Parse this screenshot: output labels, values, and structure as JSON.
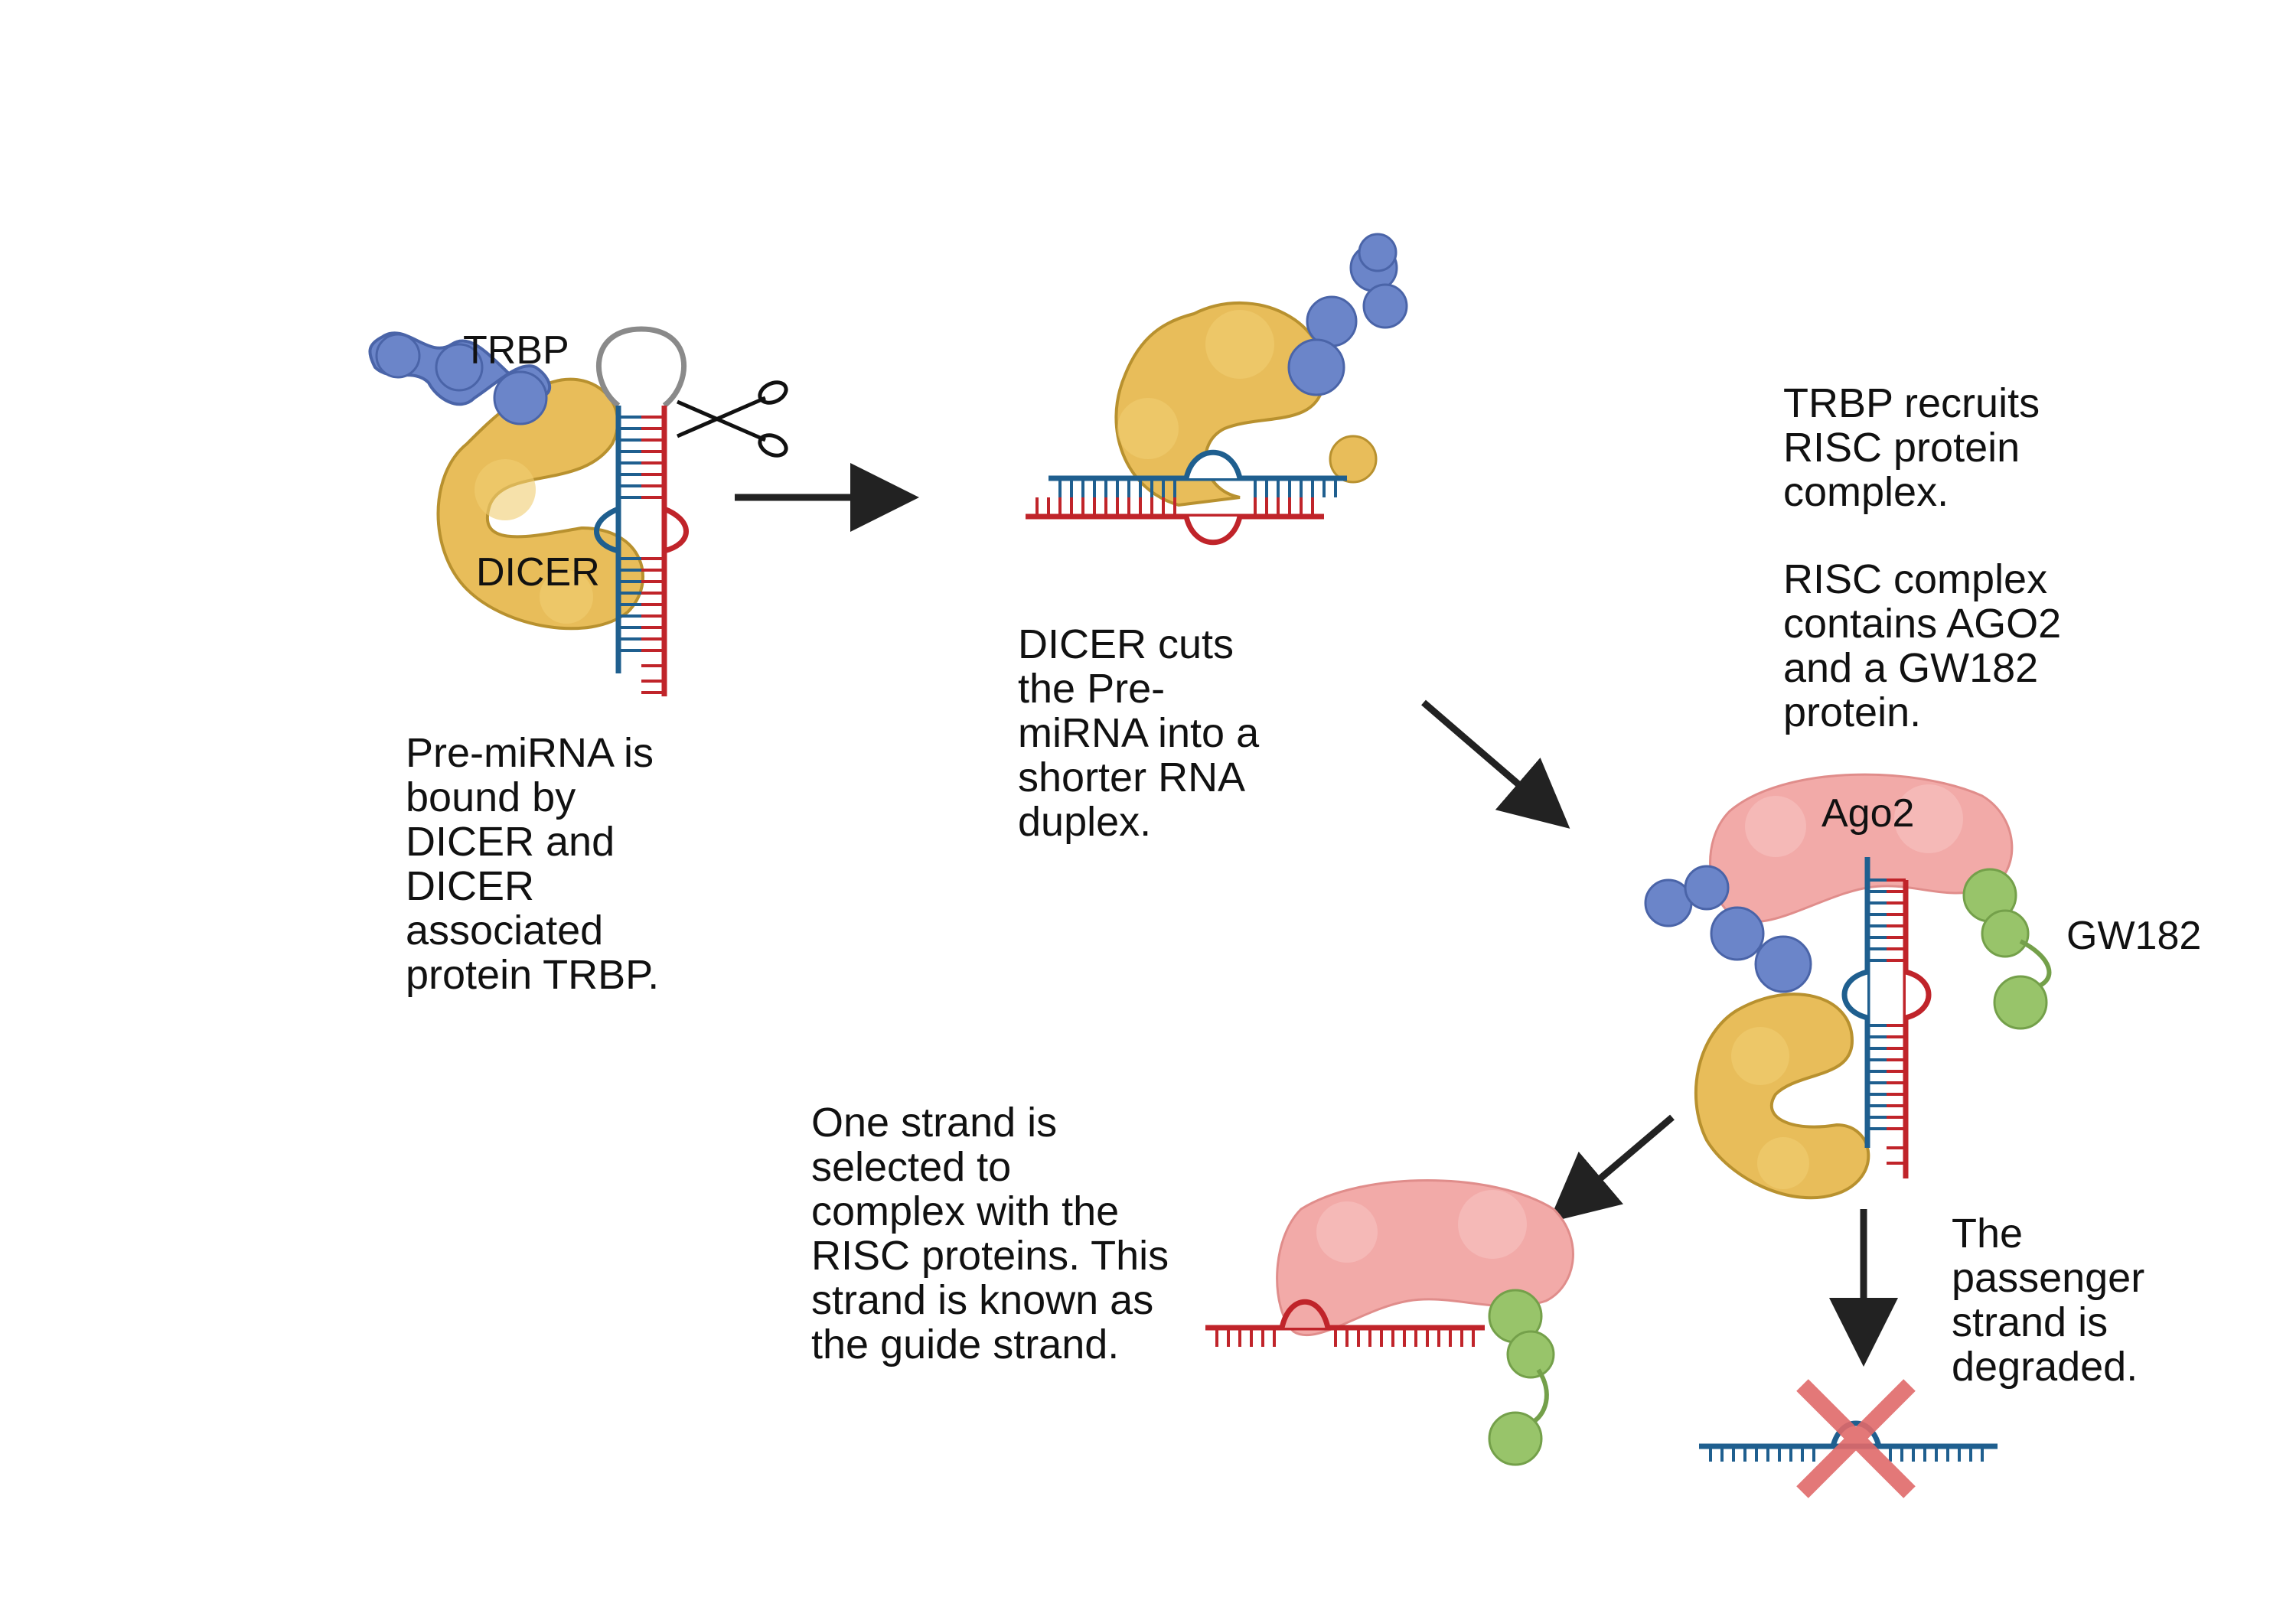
{
  "labels": {
    "trbp": "TRBP",
    "dicer": "DICER",
    "ago2": "Ago2",
    "gw182": "GW182"
  },
  "captions": {
    "step1": [
      "Pre-miRNA is",
      "bound by",
      "DICER and",
      "DICER",
      "associated",
      "protein TRBP."
    ],
    "step2": [
      "DICER cuts",
      "the Pre-",
      "miRNA into a",
      "shorter RNA",
      "duplex."
    ],
    "step3a": [
      "TRBP recruits",
      "RISC protein",
      "complex."
    ],
    "step3b": [
      "RISC complex",
      "contains AGO2",
      "and a GW182",
      "protein."
    ],
    "step4": [
      "One strand is",
      "selected to",
      "complex with the",
      "RISC proteins. This",
      "strand is known as",
      "the guide strand."
    ],
    "step5": [
      "The",
      "passenger",
      "strand is",
      "degraded."
    ]
  },
  "colors": {
    "dicer": "#e8bd5a",
    "trbp": "#6b85c9",
    "ago2": "#f2aaa8",
    "gw182": "#98c46a",
    "strand_blue": "#1f5f8f",
    "strand_red": "#c0242a",
    "loop_grey": "#8a8a8a",
    "arrow": "#222222",
    "cross": "#e06a6a"
  }
}
